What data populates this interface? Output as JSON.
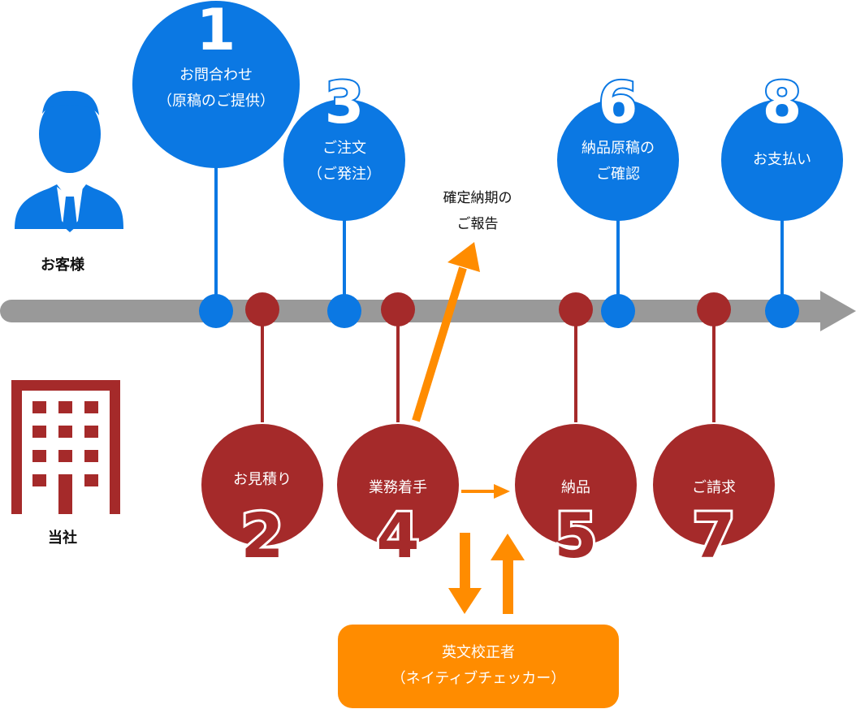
{
  "colors": {
    "customer_blue": "#0b78e3",
    "company_red": "#a52a2a",
    "arrow_orange": "#ff8c00",
    "timeline_gray": "#999999"
  },
  "roles": {
    "customer": "お客様",
    "company": "当社"
  },
  "customer_steps": [
    {
      "number": "1",
      "line1": "お問合わせ",
      "line2": "（原稿のご提供）"
    },
    {
      "number": "3",
      "line1": "ご注文",
      "line2": "（ご発注）"
    },
    {
      "number": "6",
      "line1": "納品原稿の",
      "line2": "ご確認"
    },
    {
      "number": "8",
      "line1": "お支払い",
      "line2": ""
    }
  ],
  "company_steps": [
    {
      "number": "2",
      "label": "お見積り"
    },
    {
      "number": "4",
      "label": "業務着手"
    },
    {
      "number": "5",
      "label": "納品"
    },
    {
      "number": "7",
      "label": "ご請求"
    }
  ],
  "deadline_report": {
    "line1": "確定納期の",
    "line2": "ご報告"
  },
  "proofreader": {
    "line1": "英文校正者",
    "line2": "（ネイティブチェッカー）"
  },
  "icons": {
    "customer": "businessman-icon",
    "company": "office-building-icon"
  }
}
